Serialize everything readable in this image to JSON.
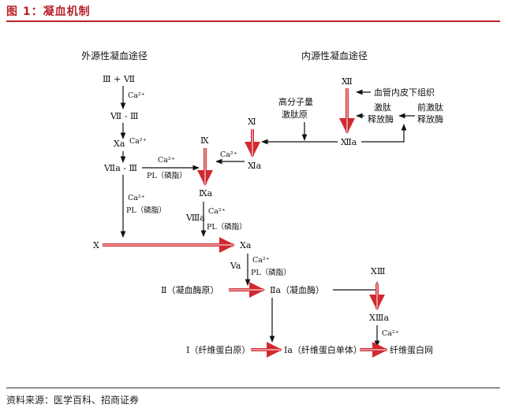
{
  "figure": {
    "title": "图 1：凝血机制",
    "source": "资料来源：医学百科、招商证券"
  },
  "headers": {
    "extrinsic": "外源性凝血途径",
    "intrinsic": "内源性凝血途径"
  },
  "nodes": {
    "iii_vii": "Ⅲ + Ⅶ",
    "vii_iii": "Ⅶ - Ⅲ",
    "xa_left": "Ⅹa",
    "viia_iii": "Ⅶa - Ⅲ",
    "x_left": "Ⅹ",
    "xii": "Ⅻ",
    "vessel_subendo": "血管内皮下组织",
    "hmwk": "高分子量",
    "kininogen": "激肽原",
    "kallikrein": "激肽",
    "kallikrein_rel": "释放酶",
    "prekallikrein": "前激肽",
    "prekallikrein_rel": "释放酶",
    "xi": "Ⅺ",
    "xiia": "Ⅻa",
    "xia": "Ⅺa",
    "ix": "Ⅸ",
    "ixa": "Ⅸa",
    "viiia": "Ⅷa",
    "xa_center": "Ⅹa",
    "va": "Va",
    "ii_pro": "Ⅱ（凝血酶原）",
    "iia": "Ⅱa（凝血酶）",
    "xiii": "ⅩⅢ",
    "xiiia": "ⅩⅢa",
    "i_fib": "Ⅰ（纤维蛋白原）",
    "ia_fib": "Ⅰa（纤维蛋白单体）",
    "fibrin_net": "纤维蛋白网"
  },
  "labels": {
    "ca_1": "Ca²⁺",
    "ca_2": "Ca²⁺",
    "ca_3": "Ca²⁺",
    "ca_4": "Ca²⁺",
    "ca_5": "Ca²⁺",
    "ca_6": "Ca²⁺",
    "ca_7": "Ca²⁺",
    "ca_8": "Ca²⁺",
    "pl_1": "PL（磷脂）",
    "pl_2": "PL（磷脂）",
    "pl_3": "PL（磷脂）",
    "pl_4": "PL（磷脂）"
  },
  "colors": {
    "accent": "#b8232a",
    "arrow_red": "#d1292f",
    "arrow_black": "#111111"
  }
}
